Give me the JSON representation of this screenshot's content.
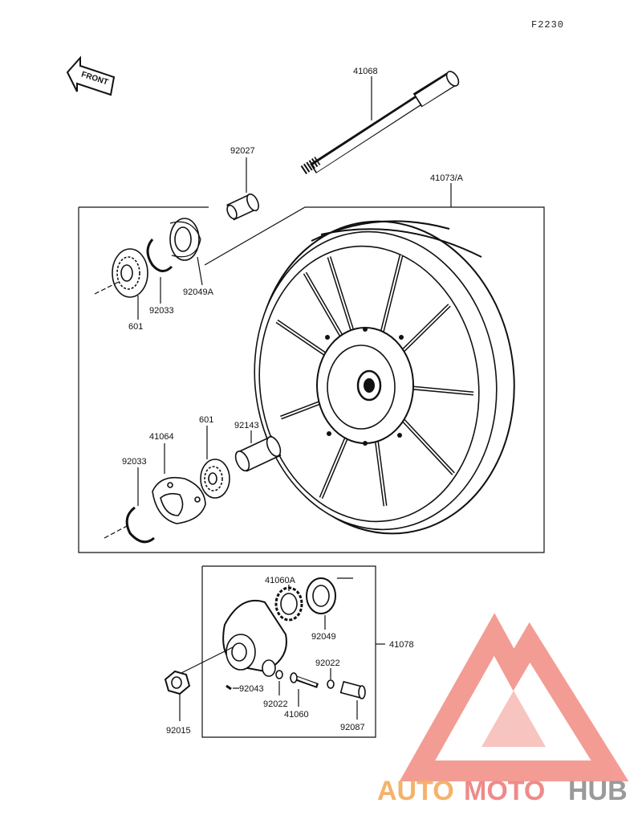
{
  "figure_code": "F2230",
  "front_arrow_label": "FRONT",
  "watermark": {
    "part1": "AUTO",
    "part2": "MOTO",
    "part3": "HUB",
    "colors": {
      "auto": "#f5b26a",
      "moto": "#ef8a8a",
      "hub": "#9a9a9a",
      "logo": "#f28b82"
    }
  },
  "parts": [
    {
      "id": "41068"
    },
    {
      "id": "92027"
    },
    {
      "id": "41073/A"
    },
    {
      "id": "92049A"
    },
    {
      "id": "92033"
    },
    {
      "id": "601"
    },
    {
      "id": "41064"
    },
    {
      "id": "92033"
    },
    {
      "id": "601"
    },
    {
      "id": "92143"
    },
    {
      "id": "41060A"
    },
    {
      "id": "92049"
    },
    {
      "id": "41078"
    },
    {
      "id": "92022"
    },
    {
      "id": "92043"
    },
    {
      "id": "92022"
    },
    {
      "id": "41060"
    },
    {
      "id": "92087"
    },
    {
      "id": "92015"
    }
  ]
}
